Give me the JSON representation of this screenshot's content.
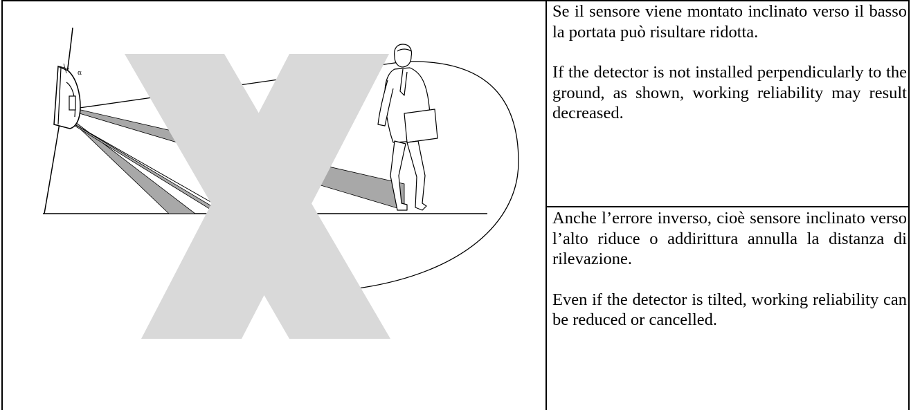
{
  "figure": {
    "angle_symbol": "α",
    "strike_mark": "X"
  },
  "notes": [
    {
      "italian": "Se il sensore viene montato inclinato verso il basso la portata può risultare ridotta.",
      "english": "If the detector is not installed perpendicularly to the ground, as shown, working reliability may result decreased."
    },
    {
      "italian": "Anche l’errore inverso, cioè sensore inclinato verso l’alto riduce o addirittura annulla la distanza di rilevazione.",
      "english": "Even if the detector is tilted, working reliability can be reduced or cancelled."
    }
  ],
  "colors": {
    "cross": "#d9d9d9",
    "beam": "#a8a8a8",
    "line": "#000000"
  }
}
